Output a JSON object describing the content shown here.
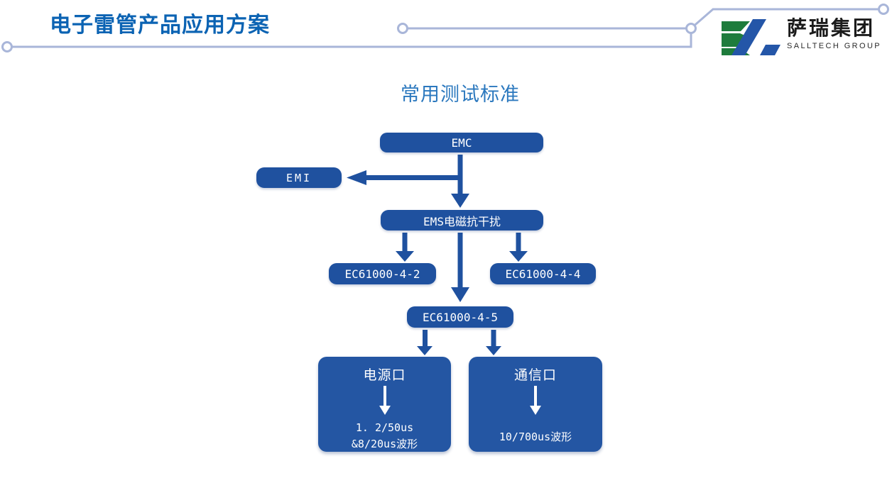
{
  "slide": {
    "title": "电子雷管产品应用方案",
    "logo": {
      "name_cn": "萨瑞集团",
      "name_en": "SALLTECH GROUP",
      "mark_colors": {
        "green": "#1e7c3c",
        "blue": "#2456a8"
      }
    },
    "diagram": {
      "title": "常用测试标准",
      "nodes": {
        "emc": {
          "label": "EMC"
        },
        "emi": {
          "label": "EMI"
        },
        "ems": {
          "label": "EMS电磁抗干扰"
        },
        "ec_4_2": {
          "label": "EC61000-4-2"
        },
        "ec_4_4": {
          "label": "EC61000-4-4"
        },
        "ec_4_5": {
          "label": "EC61000-4-5"
        },
        "power_port": {
          "label": "电源口",
          "waveform_line1": "1. 2/50us",
          "waveform_line2": "&8/20us波形"
        },
        "comm_port": {
          "label": "通信口",
          "waveform_line1": "10/700us波形"
        }
      },
      "edges": [
        "EMC -> EMI",
        "EMC -> EMS电磁抗干扰",
        "EMS电磁抗干扰 -> EC61000-4-2",
        "EMS电磁抗干扰 -> EC61000-4-5",
        "EMS电磁抗干扰 -> EC61000-4-4",
        "EC61000-4-5 -> 电源口",
        "EC61000-4-5 -> 通信口",
        "电源口 -> 1. 2/50us &8/20us波形",
        "通信口 -> 10/700us波形"
      ],
      "colors": {
        "node_fill": "#1f519f",
        "node_text": "#ffffff",
        "title_blue": "#0b63b3",
        "subtitle_blue": "#2b78be",
        "trace_line": "#a9b6d9"
      }
    }
  }
}
